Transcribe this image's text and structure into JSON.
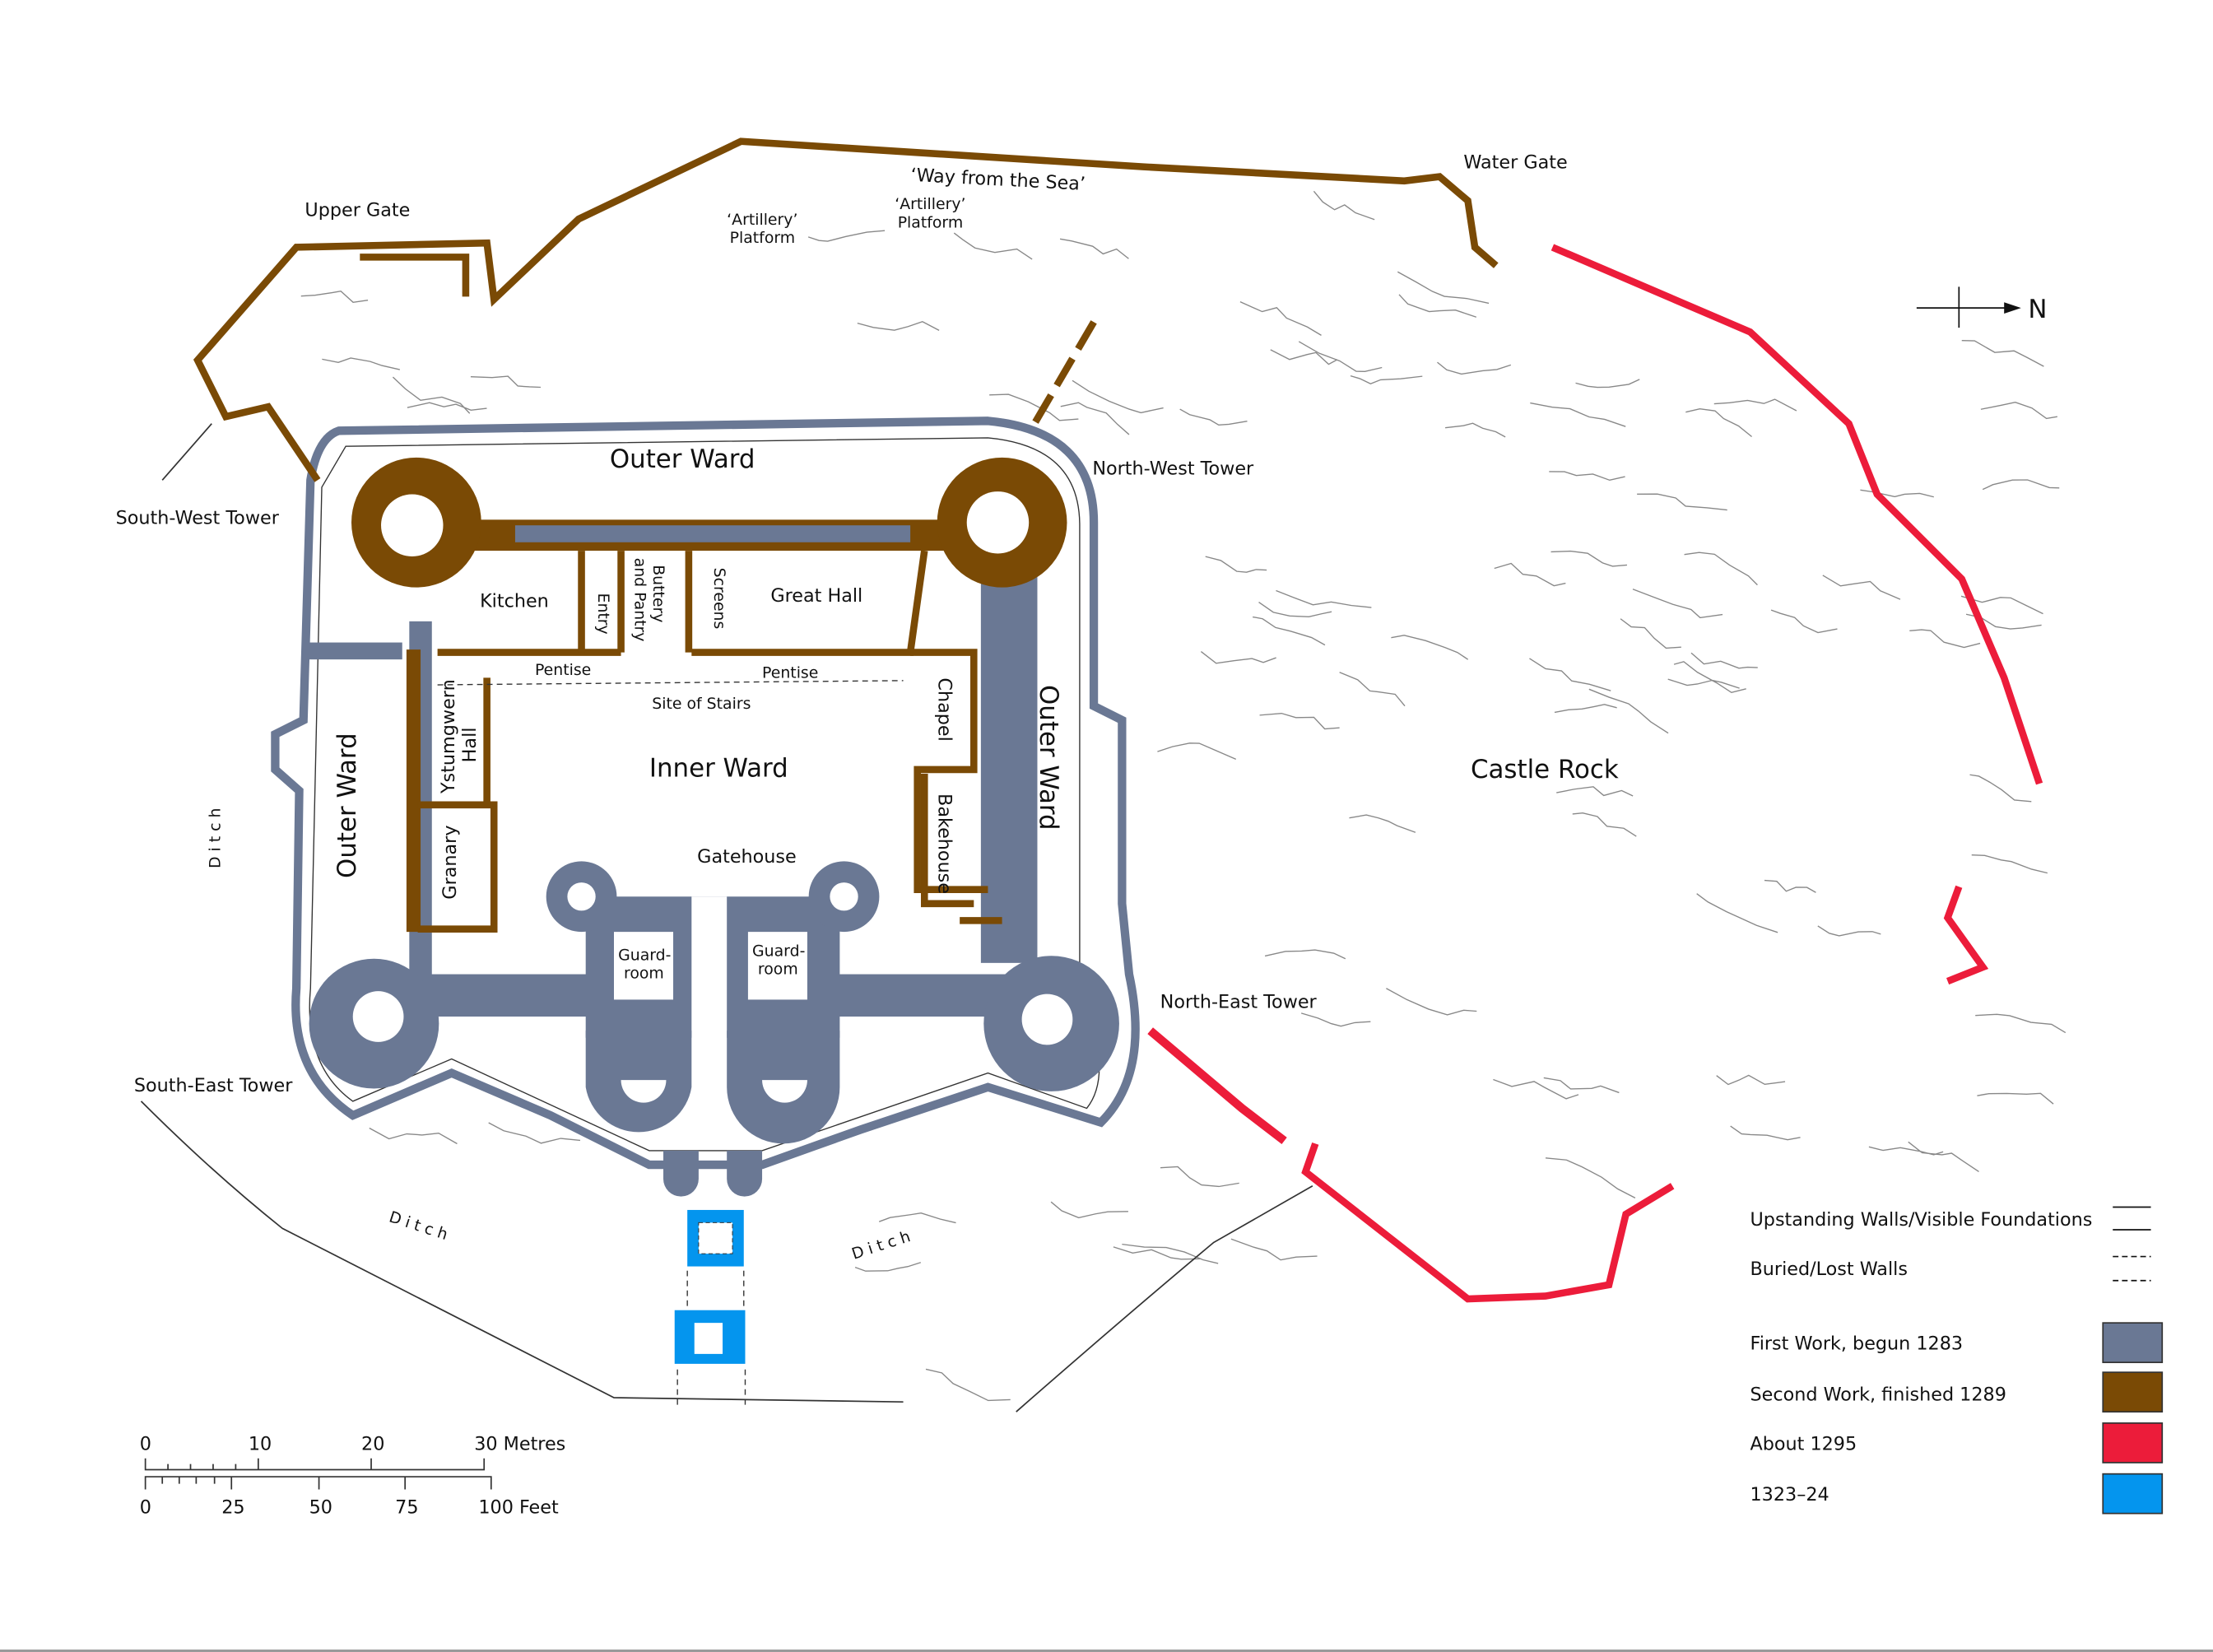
{
  "labels": {
    "upper_gate": "Upper Gate",
    "way_from_sea": "‘Way from the Sea’",
    "water_gate": "Water Gate",
    "artillery_1": "‘Artillery’",
    "platform_1": "Platform",
    "artillery_2": "‘Artillery’",
    "platform_2": "Platform",
    "outer_ward_top": "Outer Ward",
    "outer_ward_left": "Outer Ward",
    "outer_ward_right": "Outer Ward",
    "north_west_tower": "North-West Tower",
    "south_west_tower": "South-West Tower",
    "south_east_tower": "South-East Tower",
    "north_east_tower": "North-East Tower",
    "kitchen": "Kitchen",
    "entry": "Entry",
    "buttery_1": "Buttery",
    "buttery_2": "and Pantry",
    "screens": "Screens",
    "great_hall": "Great Hall",
    "pentise_1": "Pentise",
    "pentise_2": "Pentise",
    "site_of_stairs": "Site of Stairs",
    "chapel": "Chapel",
    "inner_ward": "Inner Ward",
    "ystumgwern_1": "Ystumgwern",
    "ystumgwern_2": "Hall",
    "granary": "Granary",
    "gatehouse": "Gatehouse",
    "guard_1a": "Guard-",
    "guard_1b": "room",
    "guard_2a": "Guard-",
    "guard_2b": "room",
    "bakehouse": "Bakehouse",
    "castle_rock": "Castle Rock",
    "ditch_left": "D i t c h",
    "ditch_bottom_left": "D i t c h",
    "ditch_bottom_right": "D i t c h",
    "north_arrow": "N"
  },
  "legend": {
    "upstanding": "Upstanding Walls/Visible Foundations",
    "buried": "Buried/Lost Walls",
    "periods": [
      {
        "label": "First Work, begun 1283",
        "color": "#6a7894"
      },
      {
        "label": "Second Work, finished 1289",
        "color": "#7a4a05"
      },
      {
        "label": "About 1295",
        "color": "#ec1c3a"
      },
      {
        "label": "1323–24",
        "color": "#0495ee"
      }
    ]
  },
  "scale": {
    "metres_ticks": [
      "0",
      "10",
      "20",
      "30 Metres"
    ],
    "feet_ticks": [
      "0",
      "25",
      "50",
      "75",
      "100 Feet"
    ]
  }
}
